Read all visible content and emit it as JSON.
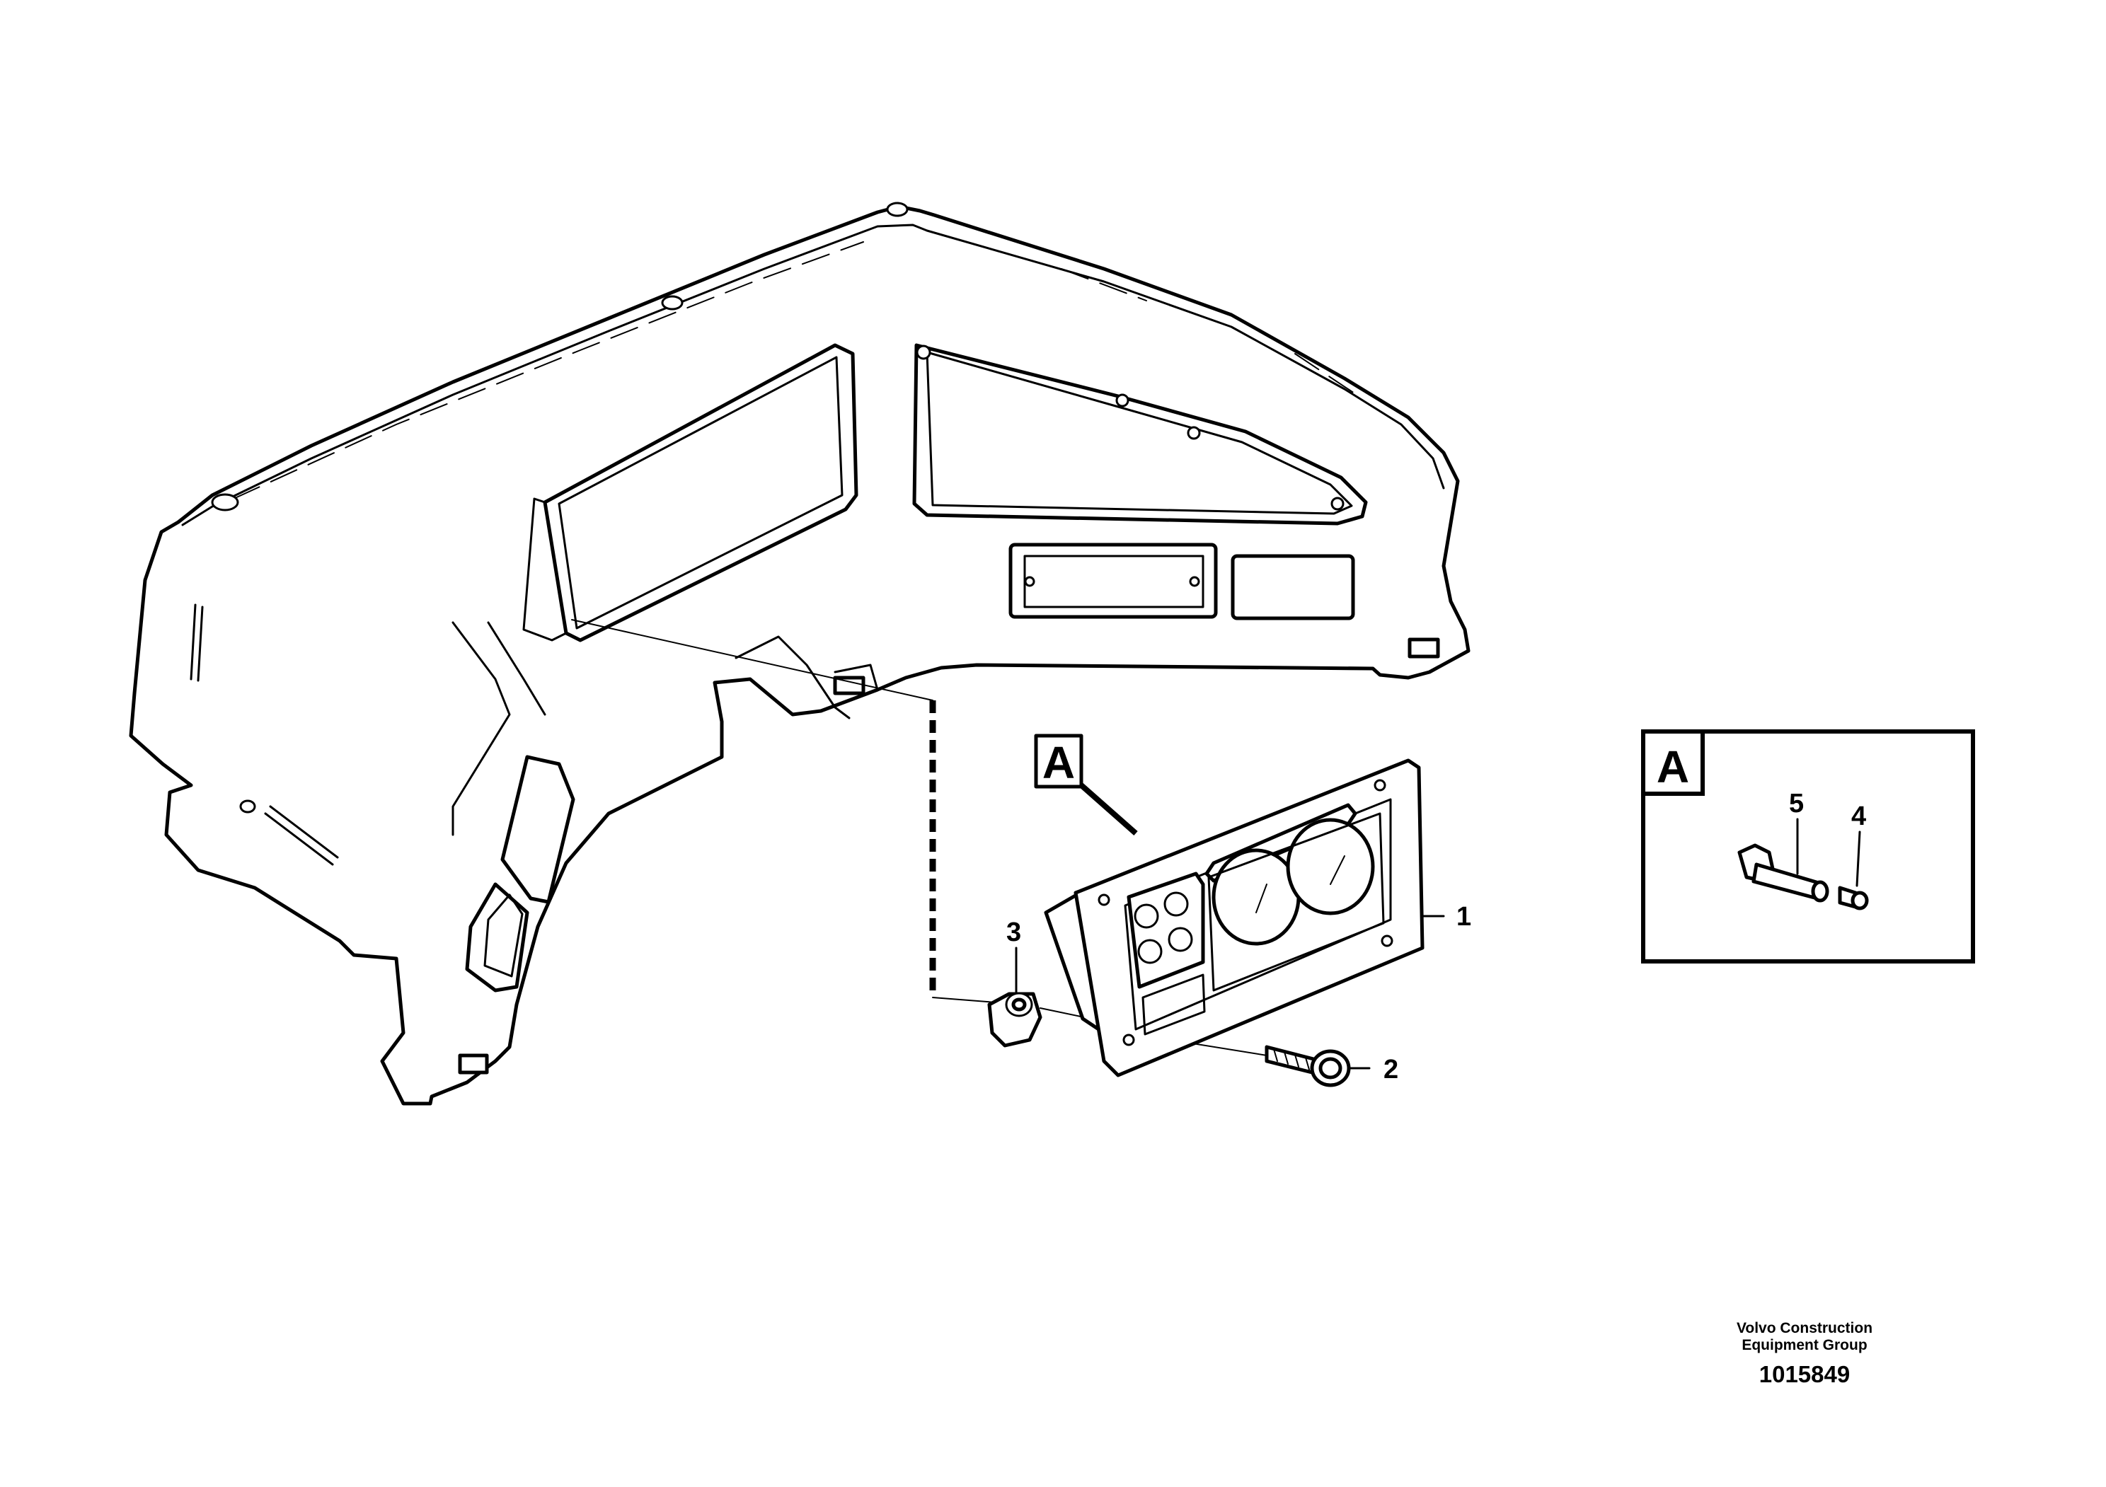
{
  "diagram": {
    "callouts": {
      "part_1": "1",
      "part_2": "2",
      "part_3": "3",
      "part_4": "4",
      "part_5": "5"
    },
    "detail_label": "A",
    "detail_inset_label": "A"
  },
  "footer": {
    "company_line1": "Volvo Construction",
    "company_line2": "Equipment Group",
    "drawing_number": "1015849"
  }
}
